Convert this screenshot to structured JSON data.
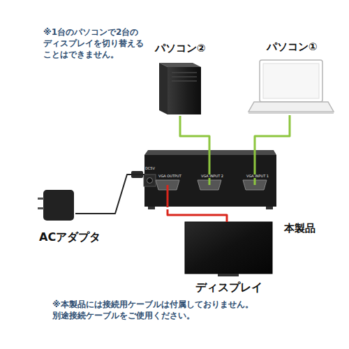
{
  "diagram": {
    "nodes": [
      {
        "text": [
          "パソコン②"
        ]
      },
      {
        "text": [
          "パソコン①"
        ]
      },
      {
        "text": [
          "本製品"
        ]
      },
      {
        "text": [
          "ACアダプタ"
        ]
      },
      {
        "text": [
          "ディスプレイ"
        ]
      }
    ],
    "edges": [
      {
        "from": 0,
        "to": 2,
        "arrow": "none"
      },
      {
        "from": 1,
        "to": 2,
        "arrow": "none"
      },
      {
        "from": 3,
        "to": 2,
        "arrow": "none"
      },
      {
        "from": 2,
        "to": 4,
        "arrow": "none"
      }
    ],
    "labels": [
      "※1台のパソコンで2台の ディスプレイを切り替える ことはできません。",
      "DC5V",
      "VGA OUTPUT",
      "VGA INPUT 2",
      "VGA INPUT 1",
      "※本製品には接続用ケーブルは付属しておりません。 別途接続ケーブルをご使用ください。"
    ]
  }
}
